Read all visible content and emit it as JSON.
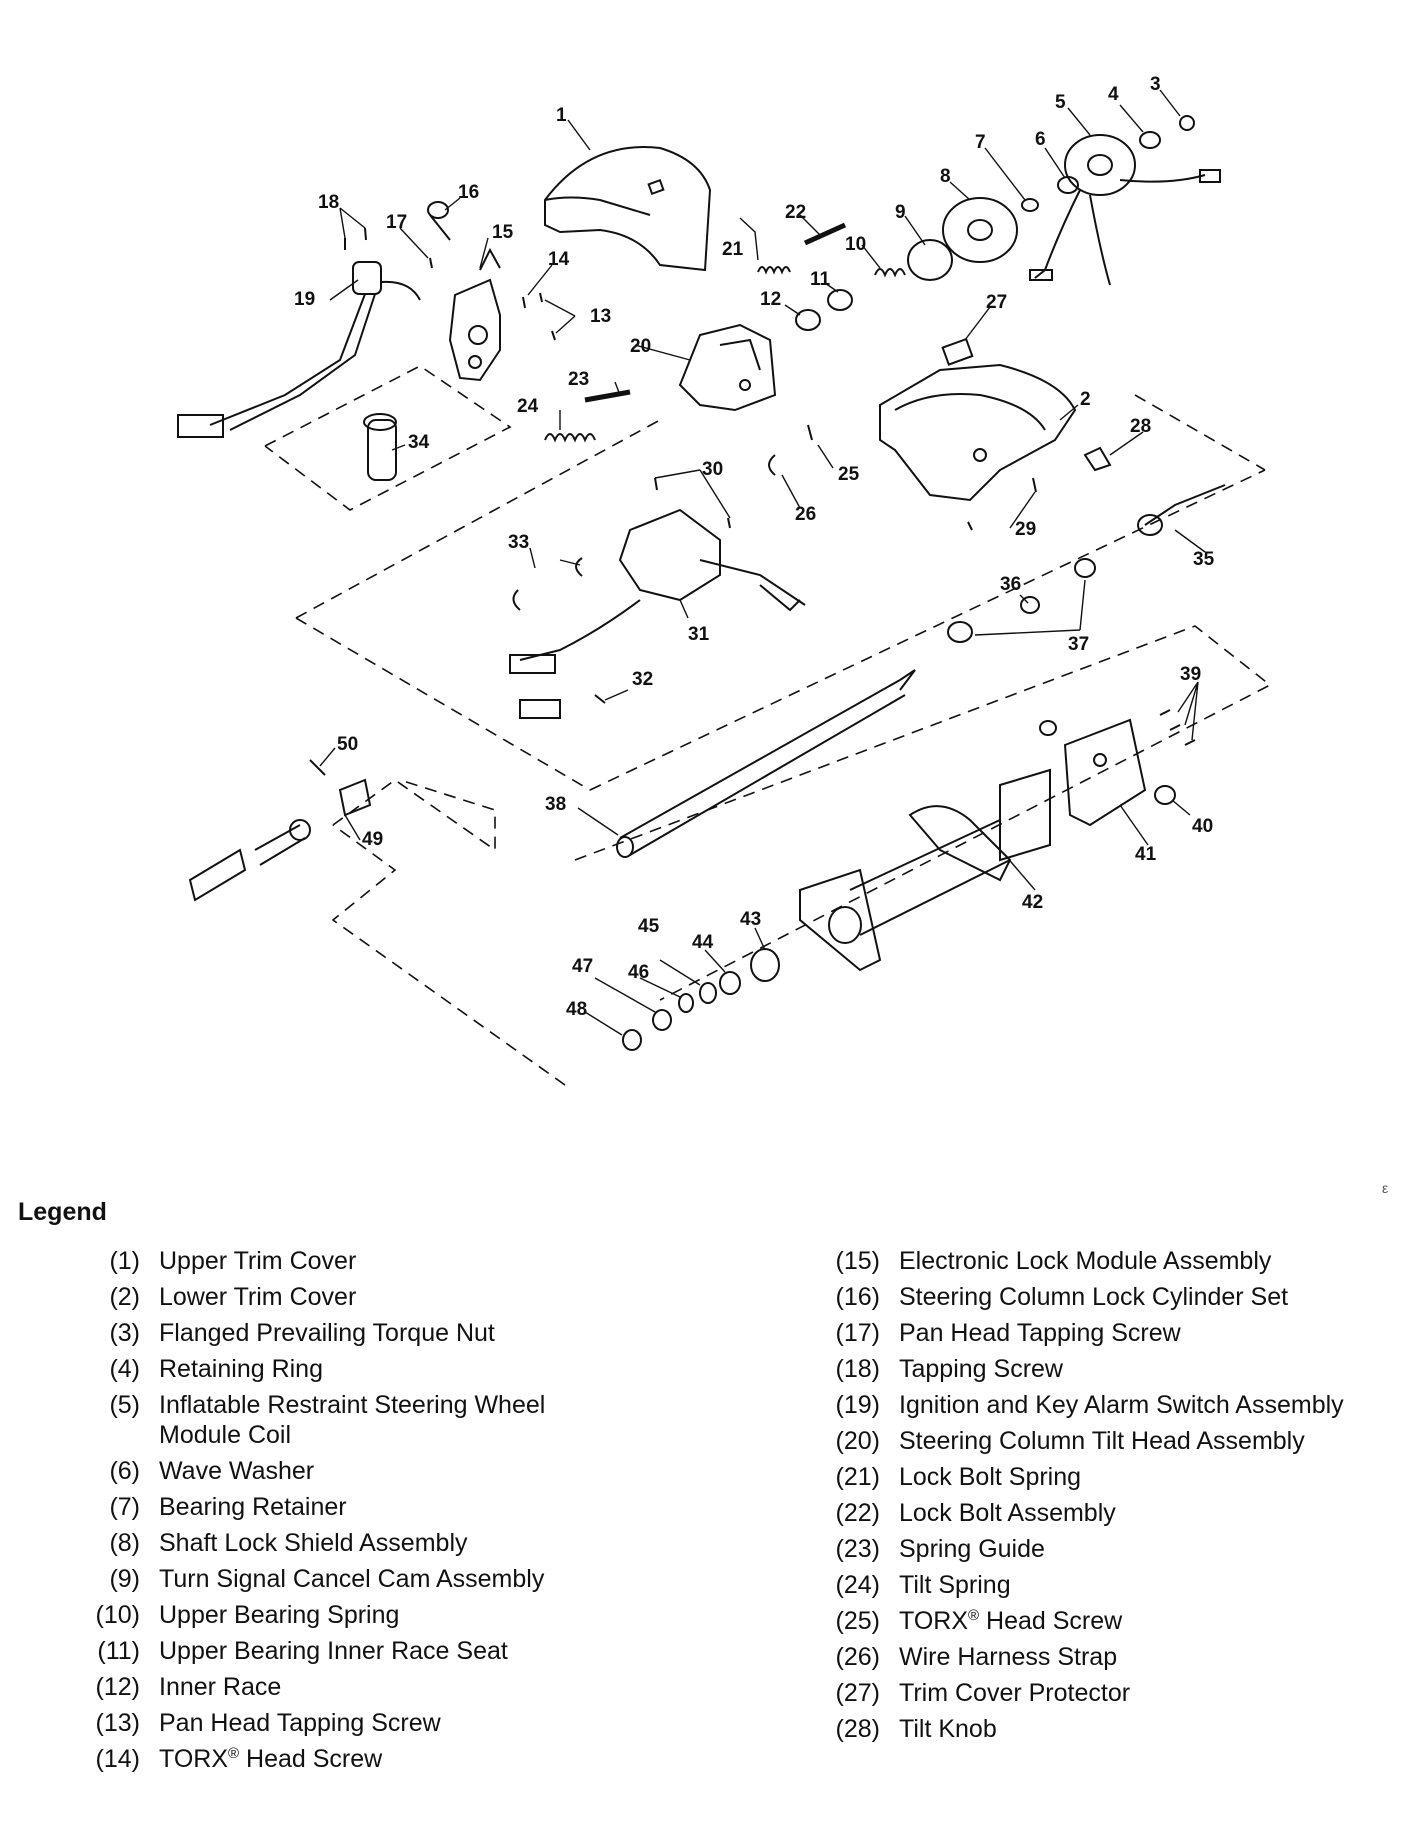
{
  "diagram": {
    "callouts": [
      "1",
      "2",
      "3",
      "4",
      "5",
      "6",
      "7",
      "8",
      "9",
      "10",
      "11",
      "12",
      "13",
      "14",
      "15",
      "16",
      "17",
      "18",
      "19",
      "20",
      "21",
      "22",
      "23",
      "24",
      "25",
      "26",
      "27",
      "28",
      "29",
      "30",
      "31",
      "32",
      "33",
      "34",
      "35",
      "36",
      "37",
      "38",
      "39",
      "40",
      "41",
      "42",
      "43",
      "44",
      "45",
      "46",
      "47",
      "48",
      "49",
      "50"
    ]
  },
  "legend": {
    "title": "Legend",
    "left": [
      {
        "num": "(1)",
        "label": "Upper Trim Cover"
      },
      {
        "num": "(2)",
        "label": "Lower Trim Cover"
      },
      {
        "num": "(3)",
        "label": "Flanged Prevailing Torque Nut"
      },
      {
        "num": "(4)",
        "label": "Retaining Ring"
      },
      {
        "num": "(5)",
        "label": "Inflatable Restraint Steering Wheel Module Coil"
      },
      {
        "num": "(6)",
        "label": "Wave Washer"
      },
      {
        "num": "(7)",
        "label": "Bearing Retainer"
      },
      {
        "num": "(8)",
        "label": "Shaft Lock Shield Assembly"
      },
      {
        "num": "(9)",
        "label": "Turn Signal Cancel Cam Assembly"
      },
      {
        "num": "(10)",
        "label": "Upper Bearing Spring"
      },
      {
        "num": "(11)",
        "label": "Upper Bearing Inner Race Seat"
      },
      {
        "num": "(12)",
        "label": "Inner Race"
      },
      {
        "num": "(13)",
        "label": "Pan Head Tapping Screw"
      },
      {
        "num": "(14)",
        "label": "TORX",
        "sup": "®",
        "label2": " Head Screw"
      }
    ],
    "right": [
      {
        "num": "(15)",
        "label": "Electronic Lock Module Assembly"
      },
      {
        "num": "(16)",
        "label": "Steering Column Lock Cylinder Set"
      },
      {
        "num": "(17)",
        "label": "Pan Head Tapping Screw"
      },
      {
        "num": "(18)",
        "label": "Tapping Screw"
      },
      {
        "num": "(19)",
        "label": "Ignition and Key Alarm Switch Assembly"
      },
      {
        "num": "(20)",
        "label": "Steering Column Tilt Head Assembly"
      },
      {
        "num": "(21)",
        "label": "Lock Bolt Spring"
      },
      {
        "num": "(22)",
        "label": "Lock Bolt Assembly"
      },
      {
        "num": "(23)",
        "label": "Spring Guide"
      },
      {
        "num": "(24)",
        "label": "Tilt Spring"
      },
      {
        "num": "(25)",
        "label": "TORX",
        "sup": "®",
        "label2": " Head Screw"
      },
      {
        "num": "(26)",
        "label": "Wire Harness Strap"
      },
      {
        "num": "(27)",
        "label": "Trim Cover Protector"
      },
      {
        "num": "(28)",
        "label": "Tilt Knob"
      }
    ]
  },
  "corner_mark": "ε"
}
